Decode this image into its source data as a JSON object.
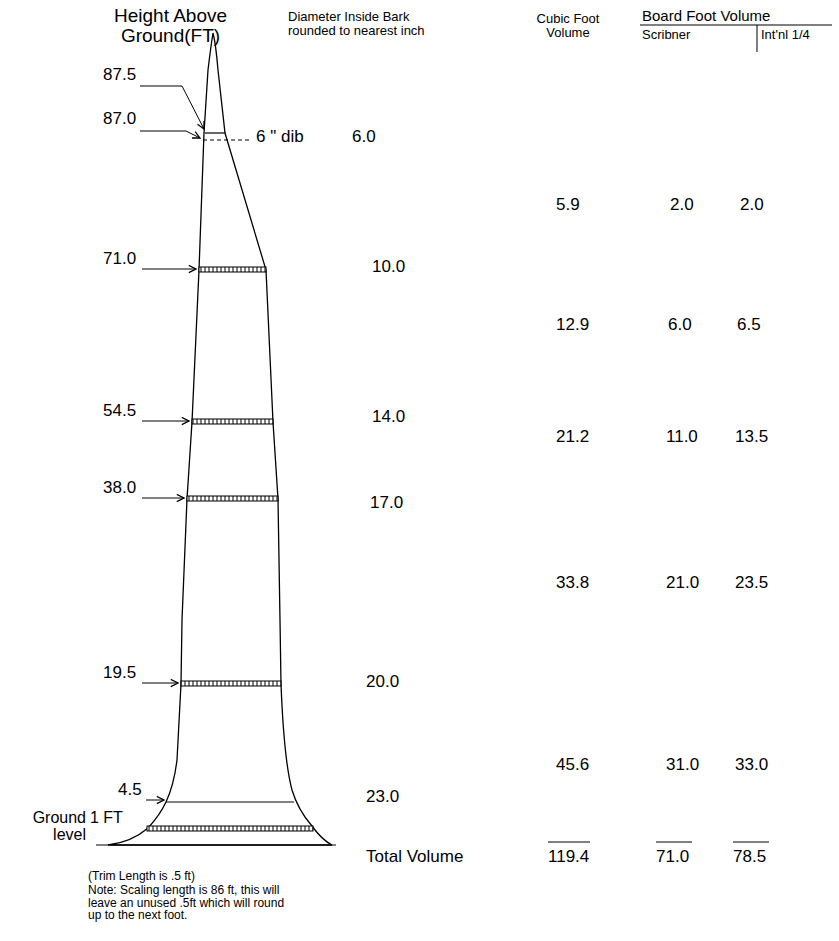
{
  "diagram": {
    "labels": [
      "Height Above Ground(FT)",
      "Diameter Inside Bark rounded to nearest inch",
      "Cubic Foot Volume",
      "Board Foot Volume",
      "Scribner",
      "Int'nl 1/4",
      "87.5",
      "87.0",
      "6 \" dib",
      "6.0",
      "5.9",
      "2.0",
      "2.0",
      "71.0",
      "10.0",
      "12.9",
      "6.0",
      "6.5",
      "54.5",
      "14.0",
      "21.2",
      "11.0",
      "13.5",
      "38.0",
      "17.0",
      "33.8",
      "21.0",
      "23.5",
      "19.5",
      "20.0",
      "45.6",
      "31.0",
      "33.0",
      "4.5",
      "23.0",
      "Ground level",
      "1 FT",
      "Total Volume",
      "119.4",
      "71.0",
      "78.5",
      "(Trim Length is .5 ft)",
      "Note: Scaling length is 86 ft, this will leave an unused .5ft which will round up to the next foot."
    ]
  }
}
